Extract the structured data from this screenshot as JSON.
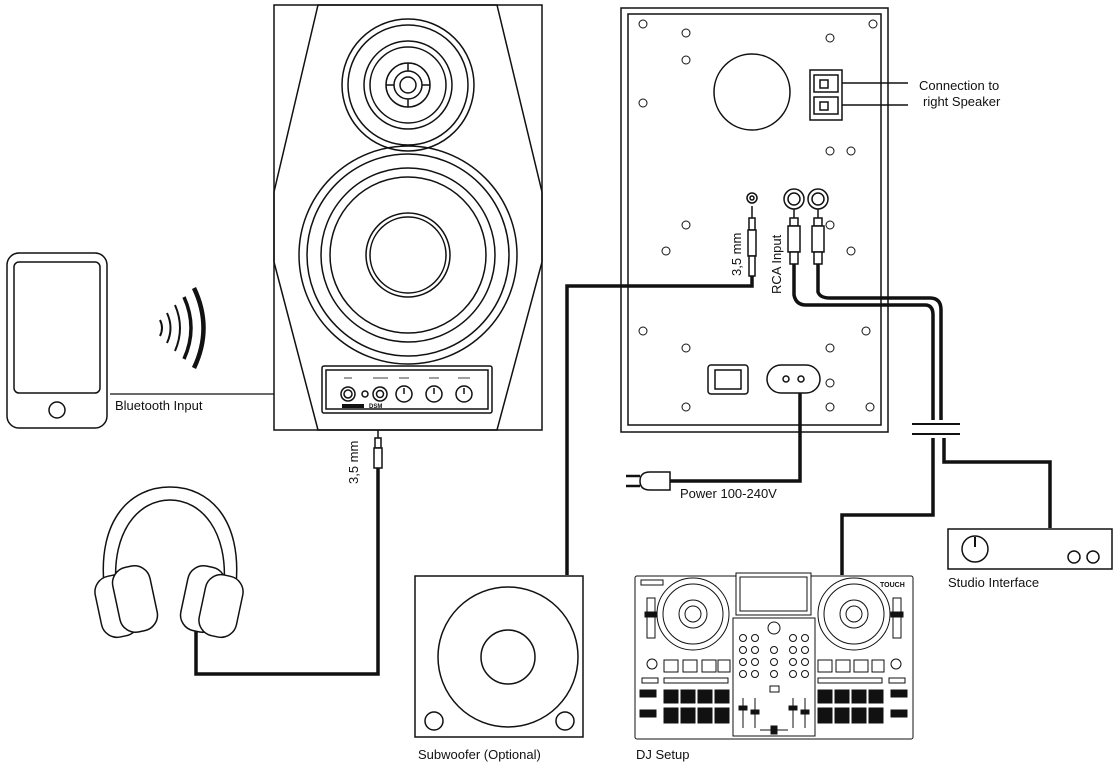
{
  "labels": {
    "bluetooth_input": "Bluetooth Input",
    "jack_front": "3,5 mm",
    "jack_back": "3,5 mm",
    "rca_input": "RCA Input",
    "connection_right_1": "Connection to",
    "connection_right_2": "right Speaker",
    "power": "Power 100-240V",
    "subwoofer": "Subwoofer (Optional)",
    "dj_setup": "DJ Setup",
    "studio_interface": "Studio Interface"
  },
  "device_text": {
    "speaker_brand": "DSM",
    "controller_brand": "TOUCH"
  },
  "colors": {
    "stroke": "#111111",
    "cable": "#111111",
    "background": "#ffffff"
  }
}
